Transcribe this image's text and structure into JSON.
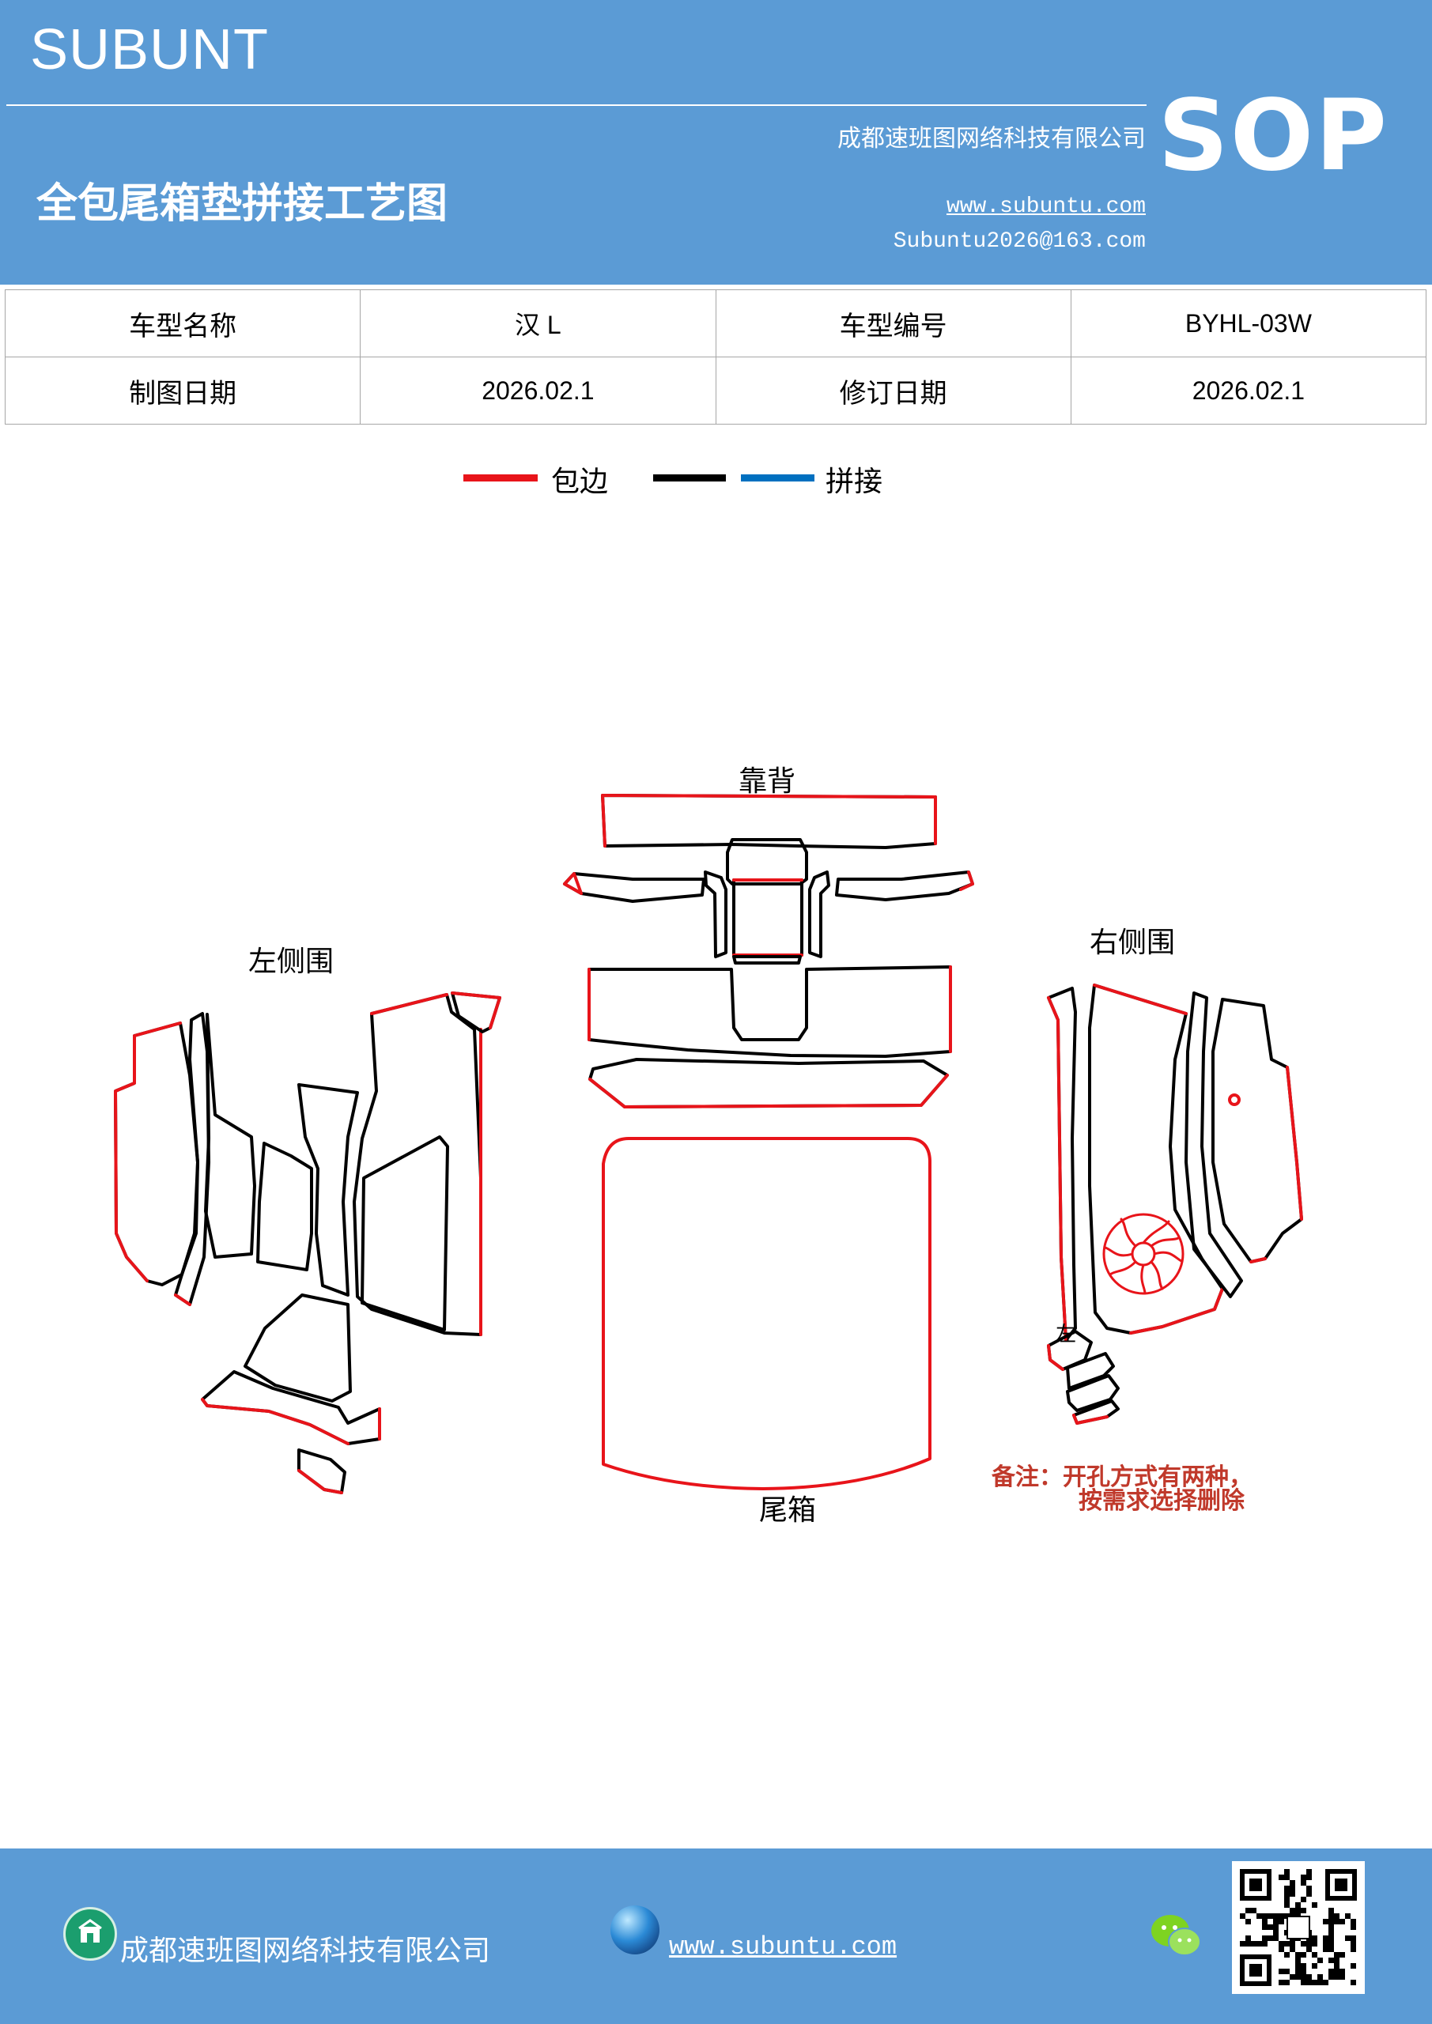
{
  "header": {
    "brand": "SUBUNT",
    "company": "成都速班图网络科技有限公司",
    "badge": "SOP",
    "title": "全包尾箱垫拼接工艺图",
    "url": "www.subuntu.com",
    "email": "Subuntu2026@163.com"
  },
  "info": {
    "model_name_label": "车型名称",
    "model_name": "汉 L",
    "model_code_label": "车型编号",
    "model_code": "BYHL-03W",
    "draw_date_label": "制图日期",
    "draw_date": "2026.02.1",
    "revise_date_label": "修订日期",
    "revise_date": "2026.02.1"
  },
  "legend": {
    "edge_label": "包边",
    "joint_label": "拼接",
    "colors": {
      "edge": "#e8141a",
      "black": "#000000",
      "blue": "#0070c0"
    }
  },
  "diagram": {
    "backrest": "靠背",
    "left_side": "左侧围",
    "right_side": "右侧围",
    "trunk": "尾箱",
    "small_mark": "左",
    "remark_line1": "备注：开孔方式有两种，",
    "remark_line2": "按需求选择删除"
  },
  "footer": {
    "company": "成都速班图网络科技有限公司",
    "url": "www.subuntu.com"
  }
}
